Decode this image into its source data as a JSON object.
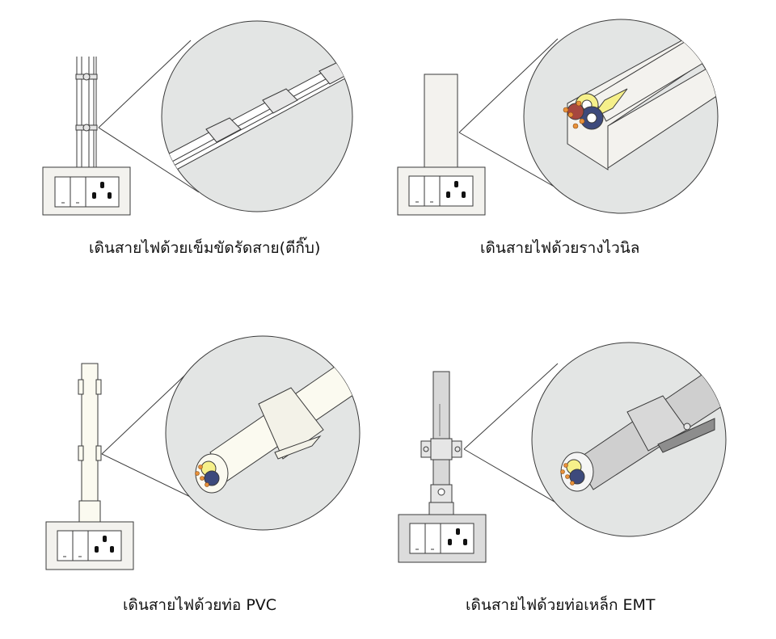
{
  "colors": {
    "background": "#ffffff",
    "zoom_circle_fill": "#e3e5e4",
    "outline": "#3a3a3a",
    "switch_plate": "#f3f2ee",
    "cream": "#fbfaf0",
    "cable_yellow": "#f6f08a",
    "cable_blue": "#3d4a7c",
    "cable_brown": "#a6473f",
    "copper": "#e8913a",
    "metal": "#cfcfcf",
    "metal_dark": "#8d8d8d"
  },
  "panels": [
    {
      "id": "clip",
      "caption": "เดินสายไฟด้วยเข็มขัดรัดสาย(ตีกิ๊บ)",
      "method": "cable clip"
    },
    {
      "id": "trunking",
      "caption": "เดินสายไฟด้วยรางไวนิล",
      "method": "vinyl trunking"
    },
    {
      "id": "pvc",
      "caption": "เดินสายไฟด้วยท่อ PVC",
      "method": "PVC conduit"
    },
    {
      "id": "emt",
      "caption": "เดินสายไฟด้วยท่อเหล็ก EMT",
      "method": "EMT steel conduit"
    }
  ]
}
